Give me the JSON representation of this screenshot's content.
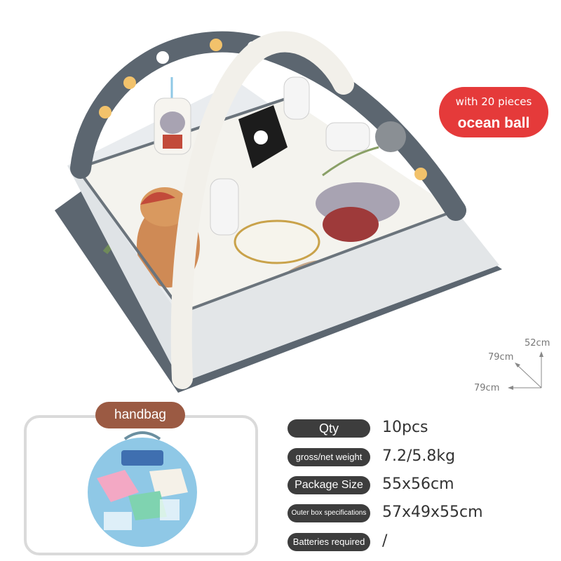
{
  "badge": {
    "line1": "with 20 pieces",
    "line2": "ocean ball"
  },
  "dimensions": {
    "height": "52cm",
    "depth": "79cm",
    "width": "79cm"
  },
  "handbag": {
    "label": "handbag"
  },
  "specs": [
    {
      "label": "Qty",
      "value": "10pcs"
    },
    {
      "label": "gross/net weight",
      "value": "7.2/5.8kg"
    },
    {
      "label": "Package Size",
      "value": "55x56cm"
    },
    {
      "label": "Outer box specifications",
      "value": "57x49x55cm"
    },
    {
      "label": "Batteries required",
      "value": "/"
    }
  ],
  "colors": {
    "arch": "#5c6670",
    "badge": "#e53a3a",
    "handbag_label": "#9b5a43",
    "pill": "#3d3d3d",
    "bag_blue": "#8fc8e6"
  }
}
